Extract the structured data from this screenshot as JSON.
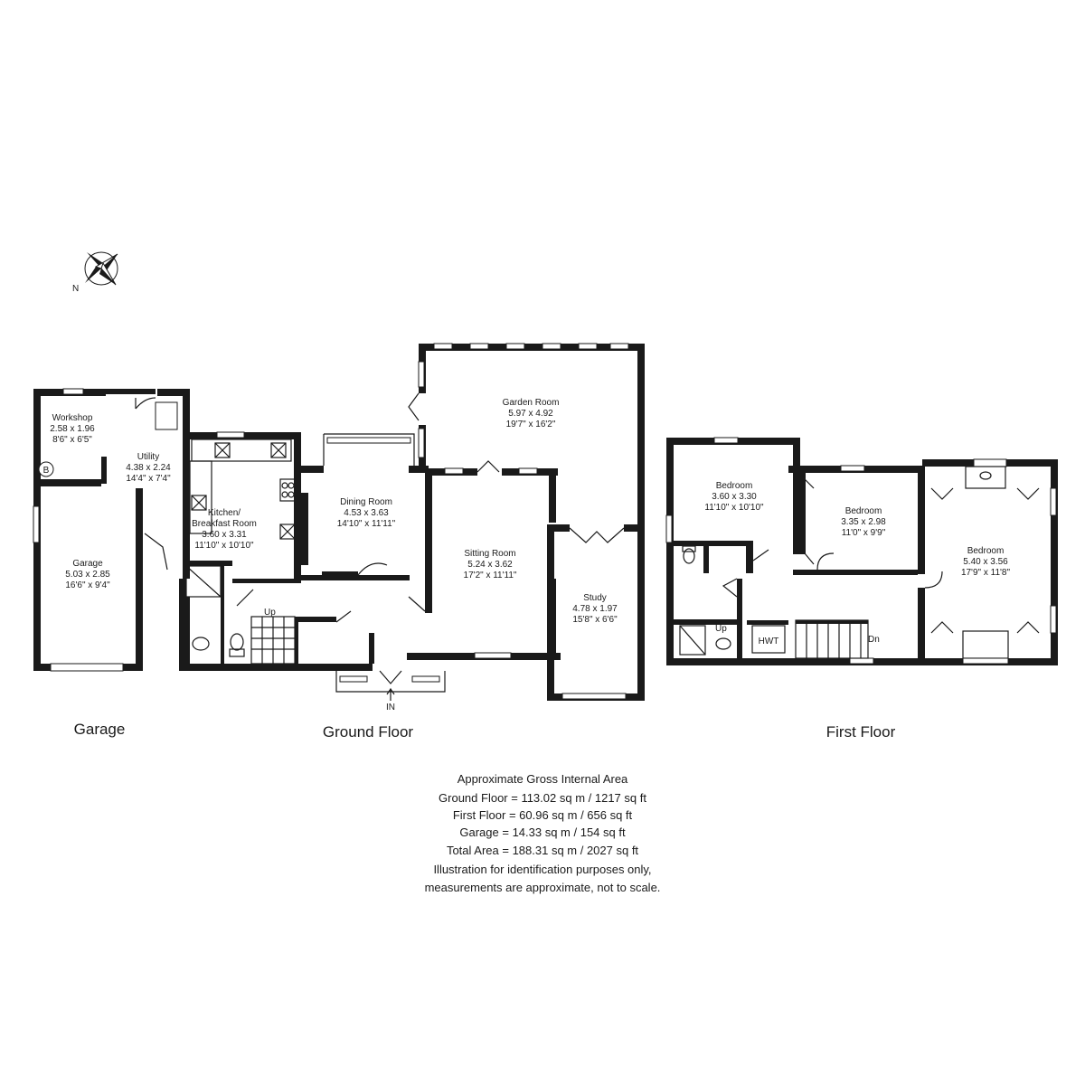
{
  "compass": {
    "north_label": "N"
  },
  "floors": {
    "garage": "Garage",
    "ground": "Ground Floor",
    "first": "First Floor"
  },
  "rooms": {
    "workshop": {
      "name": "Workshop",
      "metric": "2.58 x 1.96",
      "imperial": "8'6\" x 6'5\""
    },
    "utility": {
      "name": "Utility",
      "metric": "4.38 x 2.24",
      "imperial": "14'4\" x 7'4\""
    },
    "garage": {
      "name": "Garage",
      "metric": "5.03 x 2.85",
      "imperial": "16'6\" x 9'4\""
    },
    "kitchen": {
      "name": "Kitchen/",
      "name2": "Breakfast Room",
      "metric": "3.60 x 3.31",
      "imperial": "11'10\" x 10'10\""
    },
    "dining": {
      "name": "Dining Room",
      "metric": "4.53 x 3.63",
      "imperial": "14'10\" x 11'11\""
    },
    "garden": {
      "name": "Garden Room",
      "metric": "5.97 x 4.92",
      "imperial": "19'7\" x 16'2\""
    },
    "sitting": {
      "name": "Sitting Room",
      "metric": "5.24 x 3.62",
      "imperial": "17'2\" x 11'11\""
    },
    "study": {
      "name": "Study",
      "metric": "4.78 x 1.97",
      "imperial": "15'8\" x 6'6\""
    },
    "bedroom1": {
      "name": "Bedroom",
      "metric": "3.60 x 3.30",
      "imperial": "11'10\" x 10'10\""
    },
    "bedroom2": {
      "name": "Bedroom",
      "metric": "3.35 x 2.98",
      "imperial": "11'0\" x 9'9\""
    },
    "bedroom3": {
      "name": "Bedroom",
      "metric": "5.40 x 3.56",
      "imperial": "17'9\" x 11'8\""
    }
  },
  "labels": {
    "boiler": "B",
    "up_ground": "Up",
    "up_first": "Up",
    "down_first": "Dn",
    "hwt": "HWT",
    "entrance": "IN"
  },
  "area_summary": {
    "heading": "Approximate Gross Internal Area",
    "ground": "Ground Floor = 113.02 sq m / 1217 sq ft",
    "first": "First Floor = 60.96 sq m / 656 sq ft",
    "garage": "Garage = 14.33 sq m / 154 sq ft",
    "total": "Total Area = 188.31 sq m / 2027 sq ft",
    "disclaimer1": "Illustration for identification purposes only,",
    "disclaimer2": "measurements are approximate, not to scale."
  }
}
